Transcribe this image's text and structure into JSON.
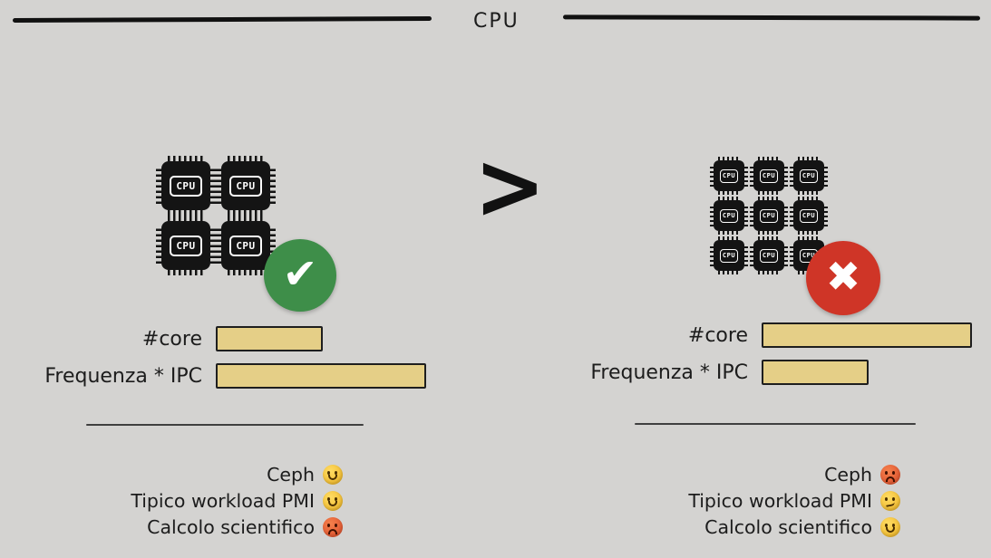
{
  "title": "CPU",
  "comparison": {
    "symbol": ">"
  },
  "chip_label": "CPU",
  "icons": {
    "check": "✔",
    "cross": "✖"
  },
  "colors": {
    "background": "#d4d3d1",
    "bar_fill": "#e5cf87",
    "check_green": "#3e8e49",
    "cross_red": "#cf3527",
    "chip_black": "#141414"
  },
  "left": {
    "chip_count": 4,
    "verdict": "good",
    "bars": [
      {
        "label": "#core",
        "value": 0.51
      },
      {
        "label": "Frequenza * IPC",
        "value": 1
      }
    ],
    "notes": [
      {
        "label": "Ceph",
        "face": "smile"
      },
      {
        "label": "Tipico workload PMI",
        "face": "smile"
      },
      {
        "label": "Calcolo scientifico",
        "face": "angry"
      }
    ]
  },
  "right": {
    "chip_count": 9,
    "verdict": "bad",
    "bars": [
      {
        "label": "#core",
        "value": 1
      },
      {
        "label": "Frequenza * IPC",
        "value": 0.51
      }
    ],
    "notes": [
      {
        "label": "Ceph",
        "face": "angry"
      },
      {
        "label": "Tipico workload PMI",
        "face": "smirk"
      },
      {
        "label": "Calcolo scientifico",
        "face": "smile"
      }
    ]
  }
}
